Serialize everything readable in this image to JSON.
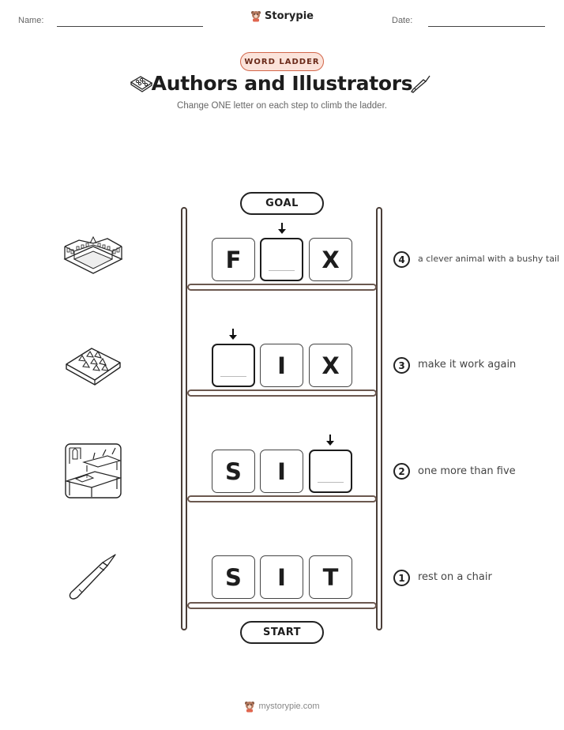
{
  "header": {
    "name_label": "Name:",
    "date_label": "Date:",
    "brand": "Storypie"
  },
  "badge": "WORD LADDER",
  "title": "Authors and Illustrators",
  "subtitle": "Change ONE letter on each step to climb the ladder.",
  "goal_label": "GOAL",
  "start_label": "START",
  "rungs": [
    {
      "step": "4",
      "letters": [
        "F",
        "",
        "X"
      ],
      "clue": "a clever animal with a bushy tail",
      "picture": "museum-building-icon"
    },
    {
      "step": "3",
      "letters": [
        "",
        "I",
        "X"
      ],
      "clue": "make it work again",
      "picture": "watercolor-palette-icon"
    },
    {
      "step": "2",
      "letters": [
        "S",
        "I",
        ""
      ],
      "clue": "one more than five",
      "picture": "art-classroom-icon"
    },
    {
      "step": "1",
      "letters": [
        "S",
        "I",
        "T"
      ],
      "clue": "rest on a chair",
      "picture": "craft-knife-icon"
    }
  ],
  "footer": "mystorypie.com",
  "colors": {
    "badge_border": "#d2664a",
    "badge_fill": "#fbe3da",
    "rail": "#4a3e38"
  }
}
